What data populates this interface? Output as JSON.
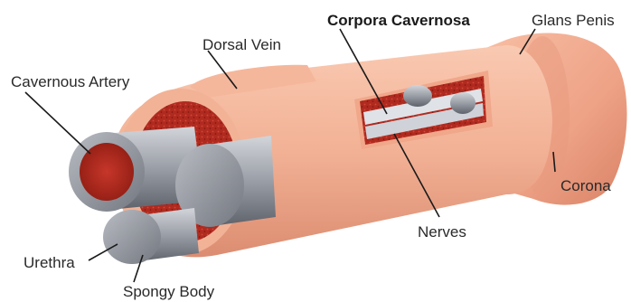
{
  "labels": {
    "corpora_cavernosa": "Corpora Cavernosa",
    "glans_penis": "Glans Penis",
    "dorsal_vein": "Dorsal Vein",
    "cavernous_artery": "Cavernous Artery",
    "corona": "Corona",
    "nerves": "Nerves",
    "urethra": "Urethra",
    "spongy_body": "Spongy Body"
  },
  "colors": {
    "skin_light": "#f9c7ad",
    "skin_mid": "#efa88b",
    "skin_dark": "#d9876c",
    "tissue_red": "#b52a1e",
    "tissue_dark": "#8e1c12",
    "vessel_gray": "#8a8e96",
    "vessel_light": "#c9ccd2",
    "vessel_dark": "#5c6068"
  }
}
